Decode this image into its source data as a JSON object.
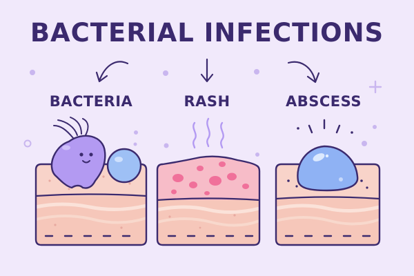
{
  "title": "BACTERIAL INFECTIONS",
  "panels": [
    {
      "id": "bacteria",
      "label": "BACTERIA",
      "icon": "bacterium-icon"
    },
    {
      "id": "rash",
      "label": "RASH",
      "icon": "rash-spots-icon"
    },
    {
      "id": "abscess",
      "label": "ABSCESS",
      "icon": "abscess-bubble-icon"
    }
  ],
  "colors": {
    "background": "#f1e9fb",
    "text": "#3b2a6e",
    "outline": "#3b2a6e",
    "skin_top": "#f8d3c9",
    "skin_lower": "#f6c7ba",
    "rash_top": "#f7bcc8",
    "rash_spots": "#f0709a",
    "bacterium": "#b39af2",
    "bubble": "#9ec0f5",
    "abscess": "#8fb2f4",
    "decor_dot": "#c9b6ef"
  }
}
